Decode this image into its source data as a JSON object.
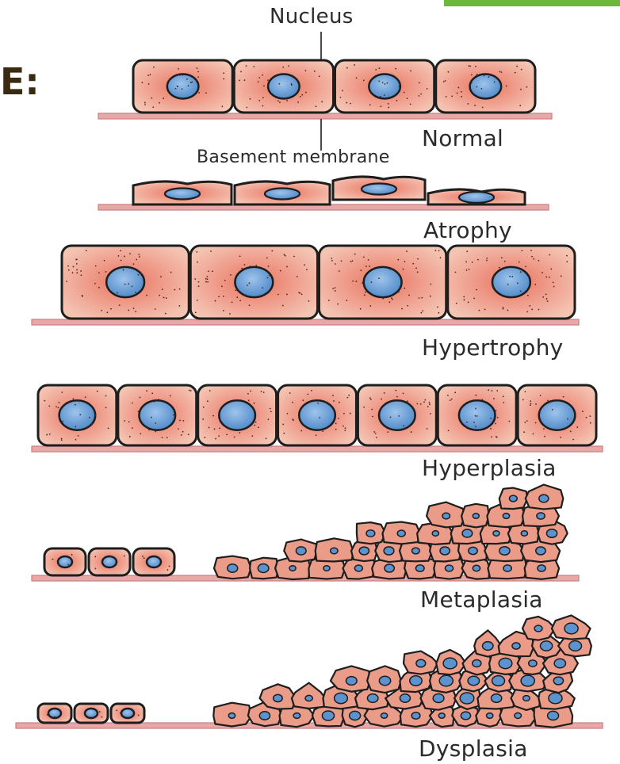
{
  "header": {
    "corner_glyph": "E:"
  },
  "labels": {
    "nucleus": "Nucleus",
    "basement_membrane": "Basement membrane",
    "normal": "Normal",
    "atrophy": "Atrophy",
    "hypertrophy": "Hypertrophy",
    "hyperplasia": "Hyperplasia",
    "metaplasia": "Metaplasia",
    "dysplasia": "Dysplasia"
  },
  "panels": [
    {
      "name": "normal",
      "cells": 4
    },
    {
      "name": "atrophy",
      "cells": 4
    },
    {
      "name": "hypertrophy",
      "cells": 4
    },
    {
      "name": "hyperplasia",
      "cells": 7
    },
    {
      "name": "metaplasia",
      "cells": "many"
    },
    {
      "name": "dysplasia",
      "cells": "many"
    }
  ],
  "colors": {
    "cell_fill": "#f1bca9",
    "cell_center": "#e8735f",
    "nucleus": "#5b93cf",
    "membrane": "#e9a7a7",
    "outline": "#1e1e1e",
    "accent_bar": "#6cb83a"
  }
}
